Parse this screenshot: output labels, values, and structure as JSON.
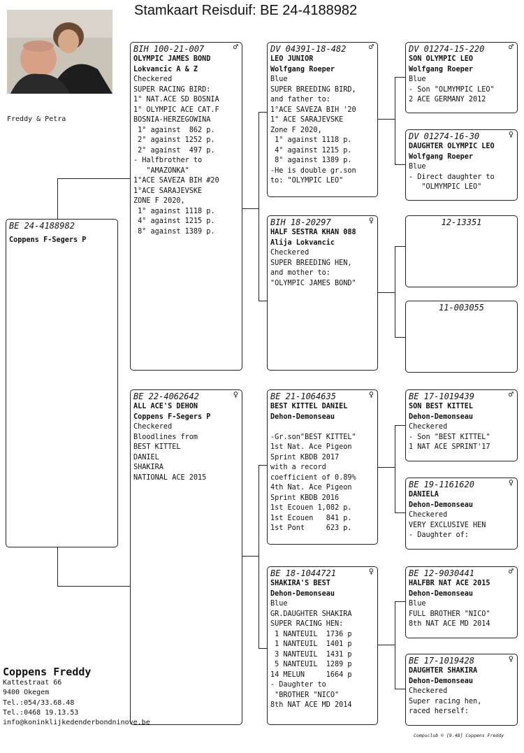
{
  "title": "Stamkaart Reisduif: BE  24-4188982",
  "photo": {
    "caption": "Freddy & Petra"
  },
  "subject": {
    "ring": "BE  24-4188982",
    "owner": "Coppens F-Segers P"
  },
  "sire": {
    "ring": "BIH   100-21-007",
    "sex": "♂",
    "name": "OLYMPIC JAMES BOND",
    "owner": "Lokvancic A & Z",
    "lines": [
      "Checkered",
      "SUPER RACING BIRD:",
      "1° NAT.ACE SD BOSNIA",
      "1° OLYMPIC ACE CAT.F",
      "BOSNIA-HERZEGOWINA",
      " 1° against  862 p.",
      " 2° against 1252 p.",
      " 2° against  497 p.",
      "- Halfbrother to",
      "   \"AMAZONKA\"",
      "1°ACE SAVEZA BIH #20",
      "1°ACE SARAJEVSKE",
      "ZONE F 2020,",
      " 1° against 1118 p.",
      " 4° against 1215 p.",
      " 8° against 1389 p."
    ]
  },
  "dam": {
    "ring": "BE   22-4062642",
    "sex": "♀",
    "name": "ALL ACE'S DEHON",
    "owner": "Coppens F-Segers P",
    "lines": [
      "Checkered",
      "Bloodlines from",
      "BEST KITTEL",
      "DANIEL",
      "SHAKIRA",
      "NATIONAL ACE 2015"
    ]
  },
  "gp_ss": {
    "ring": "DV  04391-18-482",
    "sex": "♂",
    "name": "LEO JUNIOR",
    "owner": "Wolfgang Roeper",
    "lines": [
      "Blue",
      "SUPER BREEDING BIRD,",
      "and father to:",
      "1°ACE SAVEZA BIH '20",
      "1° ACE SARAJEVSKE",
      "Zone F 2020,",
      " 1° against 1118 p.",
      " 4° against 1215 p.",
      " 8° against 1389 p.",
      "-He is double gr.son",
      "to: \"OLYMPIC LEO\""
    ]
  },
  "gp_sd": {
    "ring": "BIH  18-20297",
    "sex": "♀",
    "name": "HALF SESTRA KHAN 088",
    "owner": "Alija Lokvancic",
    "lines": [
      "Checkered",
      "SUPER BREEDING HEN,",
      "and mother to:",
      "\"OLYMPIC JAMES BOND\""
    ]
  },
  "gp_ds": {
    "ring": "BE  21-1064635",
    "sex": "♀",
    "name": "BEST KITTEL DANIEL",
    "owner": "Dehon-Demonseau",
    "lines": [
      "",
      "-Gr.son\"BEST KITTEL\"",
      "1st Nat. Ace Pigeon",
      "Sprint KBDB 2017",
      "with a record",
      "coefficient of 0.89%",
      "4th Nat. Ace Pigeon",
      "Sprint KBDB 2016",
      "1st Ecouen 1,082 p.",
      "1st Ecouen   841 p.",
      "1st Pont     623 p."
    ]
  },
  "gp_dd": {
    "ring": "BE  18-1044721",
    "sex": "♀",
    "name": "SHAKIRA'S BEST",
    "owner": "Dehon-Demonseau",
    "lines": [
      "Blue",
      "GR.DAUGHTER SHAKIRA",
      "SUPER RACING HEN:",
      " 1 NANTEUIL  1736 p",
      " 1 NANTEUIL  1401 p",
      " 3 NANTEUIL  1431 p",
      " 5 NANTEUIL  1289 p",
      "14 MELUN     1664 p",
      "- Daughter to",
      " \"BROTHER \"NICO\"",
      "8th NAT ACE MD 2014"
    ]
  },
  "ggp1": {
    "ring": "DV  01274-15-220",
    "sex": "♂",
    "name": "SON OLYMPIC LEO",
    "owner": "Wolfgang Roeper",
    "lines": [
      "Blue",
      "- Son \"OLMYMPIC LEO\"",
      "2 ACE GERMANY 2012"
    ]
  },
  "ggp2": {
    "ring": "DV  01274-16-30",
    "sex": "♀",
    "name": "DAUGHTER OLYMPIC LEO",
    "owner": "Wolfgang Roeper",
    "lines": [
      "Blue",
      "- Direct daughter to",
      "   \"OLMYMPIC LEO\""
    ]
  },
  "ggp3": {
    "ring": "12-13351"
  },
  "ggp4": {
    "ring": "11-003055"
  },
  "ggp5": {
    "ring": "BE  17-1019439",
    "sex": "♂",
    "name": "SON BEST KITTEL",
    "owner": "Dehon-Demonseau",
    "lines": [
      "Checkered",
      "- Son \"BEST KITTEL\"",
      "1 NAT ACE SPRINT'17"
    ]
  },
  "ggp6": {
    "ring": "BE  19-1161620",
    "sex": "♀",
    "name": "DANIELA",
    "owner": "Dehon-Demonseau",
    "lines": [
      "Checkered",
      "VERY EXCLUSIVE HEN",
      "- Daughter of:"
    ]
  },
  "ggp7": {
    "ring": "BE  12-9030441",
    "sex": "♂",
    "name": "HALFBR NAT ACE 2015",
    "owner": "Dehon-Demonseau",
    "lines": [
      "Blue",
      "FULL BROTHER \"NICO\"",
      "8th NAT ACE MD 2014"
    ]
  },
  "ggp8": {
    "ring": "BE  17-1019428",
    "sex": "♀",
    "name": "DAUGHTER SHAKIRA",
    "owner": "Dehon-Demonseau",
    "lines": [
      "Checkered",
      "Super racing hen,",
      "raced herself:"
    ]
  },
  "breeder": {
    "name": "Coppens Freddy",
    "street": "Kattestraat  66",
    "city": "9400  Okegem",
    "tel1": "Tel.:054/33.68.48",
    "tel2": "Tel.:0468 19.13.53",
    "email": "info@koninklijkedenderbondninove.be"
  },
  "footer": "Compuclub © [9.48]  Coppens Freddy"
}
